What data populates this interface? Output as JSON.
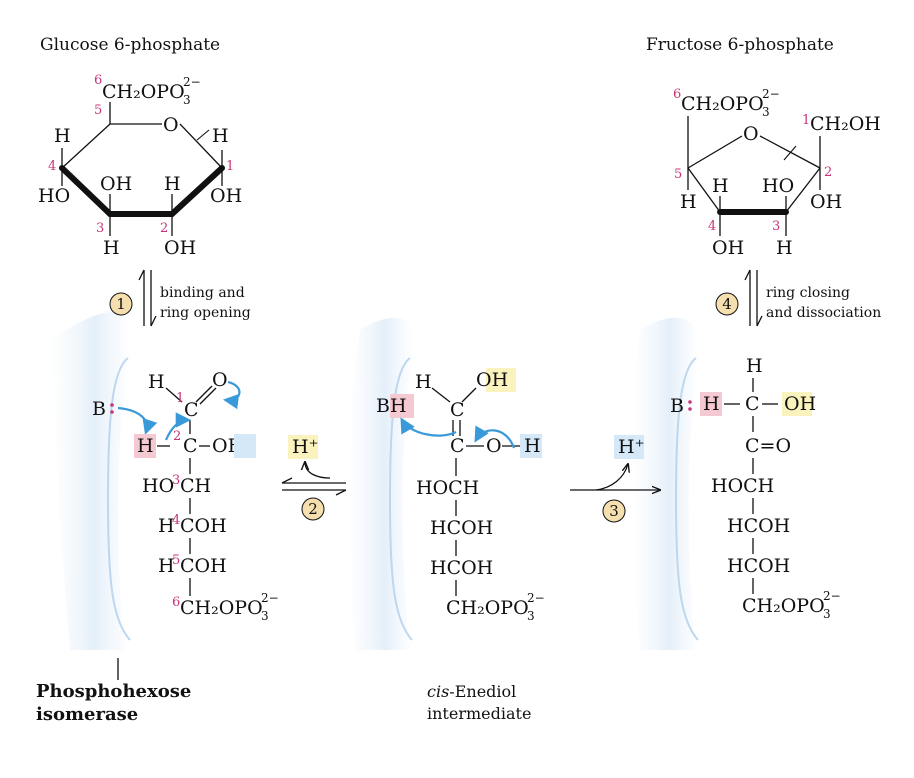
{
  "glucose": {
    "title": "Glucose 6-phosphate",
    "ch2opo3": "CH₂OPO",
    "charge": "2−",
    "sub3": "3",
    "c6": "6",
    "c5": "5",
    "c4": "4",
    "c3": "3",
    "c2": "2",
    "c1": "1",
    "ring_o": "O",
    "h": "H",
    "ho": "HO",
    "oh": "OH"
  },
  "fructose": {
    "title": "Fructose 6-phosphate",
    "ch2opo3": "CH₂OPO",
    "charge": "2−",
    "sub3": "3",
    "c1_ch2oh": "CH₂OH",
    "c6": "6",
    "c5": "5",
    "c4": "4",
    "c3": "3",
    "c2": "2",
    "c1": "1",
    "ring_o": "O",
    "h": "H",
    "ho": "HO",
    "oh": "OH"
  },
  "step1": {
    "num": "1",
    "label_line1": "binding and",
    "label_line2": "ring opening"
  },
  "step2": {
    "num": "2",
    "proton": "H⁺"
  },
  "step3": {
    "num": "3",
    "proton": "H⁺"
  },
  "step4": {
    "num": "4",
    "label_line1": "ring closing",
    "label_line2": "and dissociation"
  },
  "open_glucose": {
    "base": "B",
    "h": "H",
    "o": "O",
    "c": "C",
    "oh": "OH",
    "c1": "1",
    "c2": "2",
    "c3": "3",
    "c4": "4",
    "c5": "5",
    "c6": "6",
    "row3a": "HO",
    "row3b": "CH",
    "row4a": "H",
    "row4b": "COH",
    "row5a": "H",
    "row5b": "COH",
    "row6": "CH₂OPO",
    "charge": "2−",
    "sub3": "3"
  },
  "enediol": {
    "bh": "BH",
    "b": "B",
    "h": "H",
    "oh": "OH",
    "c": "C",
    "o": "O",
    "hoch": "HOCH",
    "hcoh1": "HCOH",
    "hcoh2": "HCOH",
    "ch2opo3": "CH₂OPO",
    "charge": "2−",
    "sub3": "3",
    "label_italic": "cis",
    "label_rest": "-Enediol",
    "label_line2": "intermediate"
  },
  "open_fructose": {
    "base": "B",
    "h": "H",
    "c": "C",
    "oh": "OH",
    "co": "C=O",
    "hoch": "HOCH",
    "hcoh1": "HCOH",
    "hcoh2": "HCOH",
    "ch2opo3": "CH₂OPO",
    "charge": "2−",
    "sub3": "3"
  },
  "enzyme": {
    "line1": "Phosphohexose",
    "line2": "isomerase"
  },
  "colors": {
    "position_numbers": "#c8357c",
    "curved_arrows": "#3a9ad9",
    "base_highlight": "#f5c9d2",
    "hydroxyl_highlight": "#d4e8f7",
    "proton_highlight": "#fbf3bd",
    "step_circle": "#f6dfae",
    "enzyme_shading": "#eaf2fa"
  }
}
